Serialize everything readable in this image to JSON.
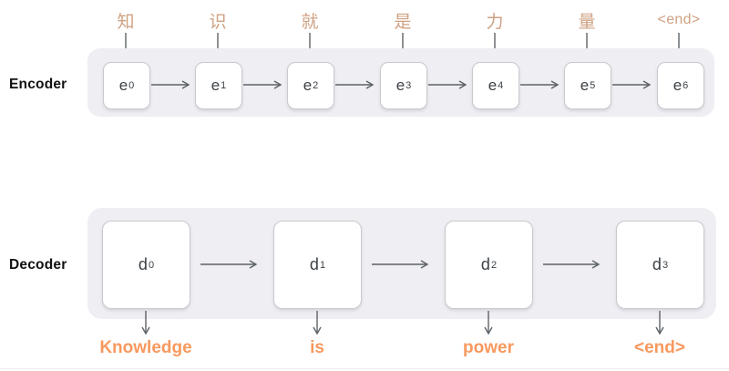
{
  "encoder": {
    "label": "Encoder",
    "inputs": [
      "知",
      "识",
      "就",
      "是",
      "力",
      "量",
      "<end>"
    ],
    "cells": [
      {
        "base": "e",
        "sub": "0"
      },
      {
        "base": "e",
        "sub": "1"
      },
      {
        "base": "e",
        "sub": "2"
      },
      {
        "base": "e",
        "sub": "3"
      },
      {
        "base": "e",
        "sub": "4"
      },
      {
        "base": "e",
        "sub": "5"
      },
      {
        "base": "e",
        "sub": "6"
      }
    ]
  },
  "decoder": {
    "label": "Decoder",
    "cells": [
      {
        "base": "d",
        "sub": "0"
      },
      {
        "base": "d",
        "sub": "1"
      },
      {
        "base": "d",
        "sub": "2"
      },
      {
        "base": "d",
        "sub": "3"
      }
    ],
    "outputs": [
      "Knowledge",
      "is",
      "power",
      "<end>"
    ]
  },
  "colors": {
    "input_label": "#cfa183",
    "output_label": "#f8995f",
    "container_bg": "#eeeef3",
    "cell_border": "#c9c9ce",
    "cell_text": "#3c4146",
    "arrow": "#5d6267",
    "section_label": "#111111",
    "page_bg": "#ffffff"
  }
}
